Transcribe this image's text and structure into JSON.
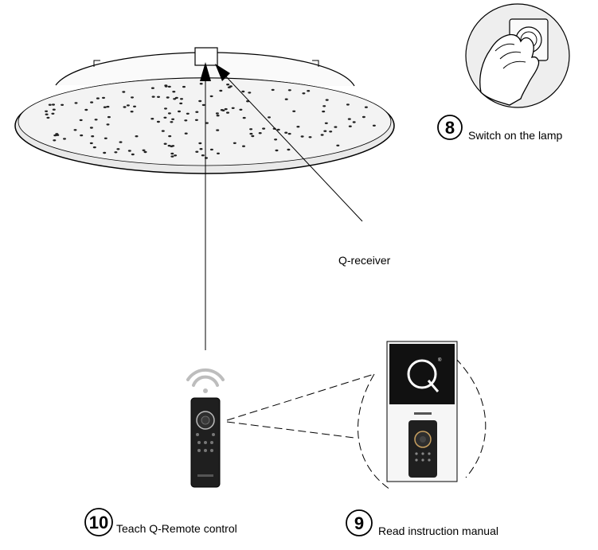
{
  "steps": [
    {
      "number": "8",
      "label": "Switch on the lamp"
    },
    {
      "number": "9",
      "label": "Read instruction manual"
    },
    {
      "number": "10",
      "label": "Teach Q-Remote control"
    }
  ],
  "callouts": {
    "receiver": "Q-receiver"
  },
  "manual": {
    "logo_letter": "Q",
    "trademark": "®"
  },
  "icons": [
    "ceiling-lamp-icon",
    "hand-switch-icon",
    "remote-control-icon",
    "wifi-signal-icon",
    "instruction-manual-icon"
  ],
  "colors": {
    "line": "#000000",
    "fill_light": "#f2f2f2",
    "lamp_rim": "#e6e6e6",
    "remote": "#1f1f1f",
    "manual_dark": "#111111"
  }
}
